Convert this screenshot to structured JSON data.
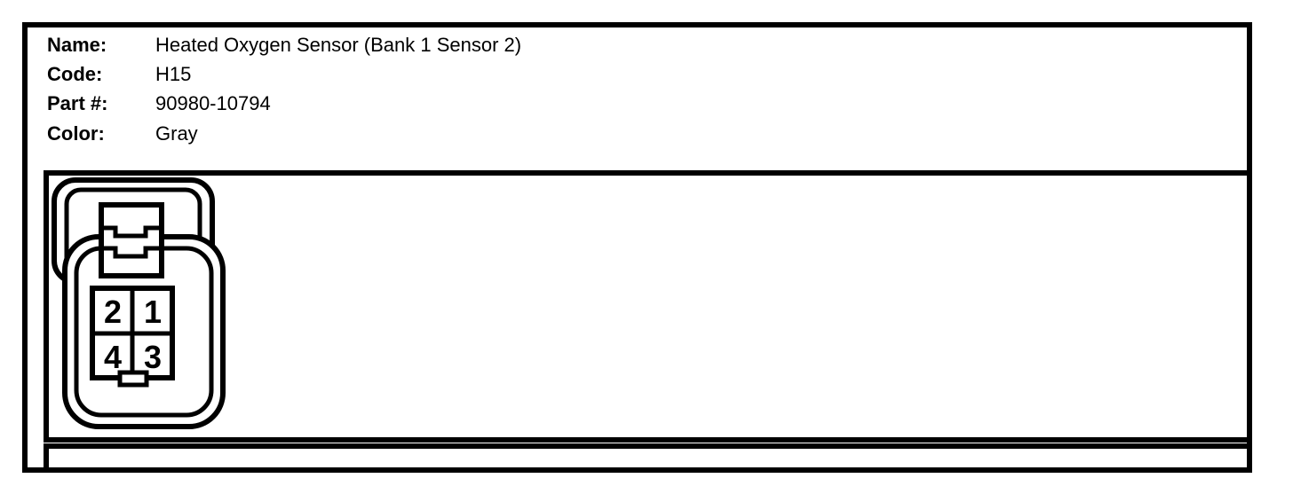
{
  "info": {
    "rows": [
      {
        "label": "Name:",
        "value": "Heated Oxygen Sensor (Bank 1 Sensor 2)"
      },
      {
        "label": "Code:",
        "value": "H15"
      },
      {
        "label": "Part #:",
        "value": "90980-10794"
      },
      {
        "label": "Color:",
        "value": "Gray"
      }
    ]
  },
  "connector": {
    "type": "4-pin connector front view",
    "pins": [
      {
        "number": "2",
        "position": "top-left"
      },
      {
        "number": "1",
        "position": "top-right"
      },
      {
        "number": "4",
        "position": "bottom-left"
      },
      {
        "number": "3",
        "position": "bottom-right"
      }
    ]
  },
  "colors": {
    "line": "#000000",
    "background": "#ffffff"
  }
}
